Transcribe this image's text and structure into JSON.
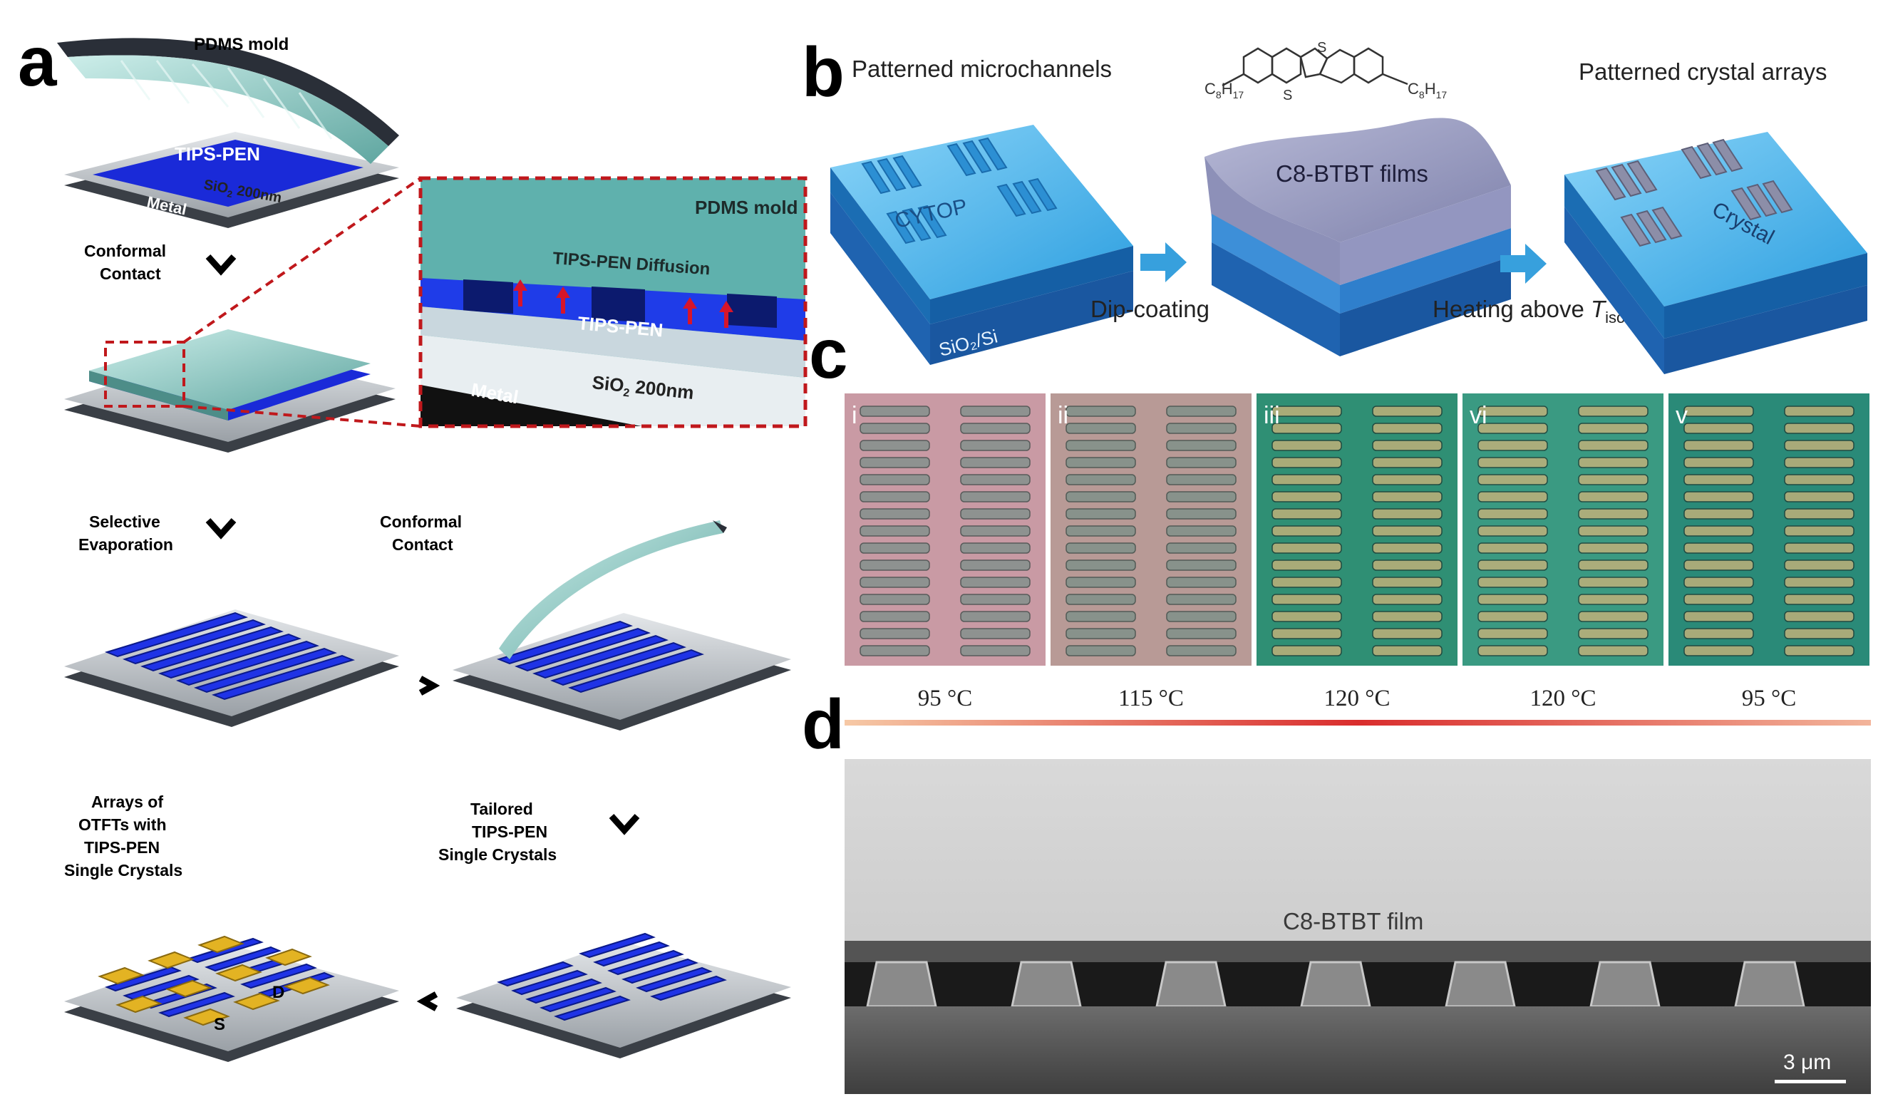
{
  "panels": {
    "a": {
      "letter": "a",
      "pdms_mold": "PDMS mold",
      "tips_pen": "TIPS-PEN",
      "sio2_sub": "SiO",
      "sio2_sub_index": "2",
      "sio2_sub_rest": " 200nm",
      "metal": "Metal",
      "step1": [
        "Conformal",
        "Contact"
      ],
      "zoom": {
        "pdms_mold": "PDMS mold",
        "diffusion": "TIPS-PEN Diffusion",
        "tips_pen": "TIPS-PEN",
        "sio2": "SiO",
        "sio2_index": "2",
        "sio2_rest": " 200nm",
        "metal": "Metal"
      },
      "step2": [
        "Selective",
        "Evaporation"
      ],
      "step3": [
        "Conformal",
        "Contact"
      ],
      "step4": [
        "Tailored",
        "TIPS-PEN",
        "Single Crystals"
      ],
      "step5": [
        "Arrays of",
        "OTFTs with",
        "TIPS-PEN",
        "Single Crystals"
      ],
      "electrode_d": "D",
      "electrode_s": "S"
    },
    "b": {
      "letter": "b",
      "title1": "Patterned microchannels",
      "title3": "Patterned crystal arrays",
      "cytop": "CYTOP",
      "substrate": "SiO₂/Si",
      "films": "C8-BTBT films",
      "crystal": "Crystal",
      "arrow1": "Dip-coating",
      "arrow2_main": "Heating above ",
      "arrow2_t": "T",
      "arrow2_sub": "iso",
      "chain_left": "C",
      "chain_left_sub1": "8",
      "chain_left_h": "H",
      "chain_left_sub2": "17",
      "chain_right": "C",
      "chain_right_sub1": "8",
      "chain_right_h": "H",
      "chain_right_sub2": "17",
      "sulfur_top": "S",
      "sulfur_bottom": "S"
    },
    "c": {
      "letter": "c",
      "images": [
        {
          "roman": "i",
          "temp": "95 °C",
          "tone": "#c99aa4"
        },
        {
          "roman": "ii",
          "temp": "115 °C",
          "tone": "#b89a96"
        },
        {
          "roman": "iii",
          "temp": "120 °C",
          "tone": "#2f8f74"
        },
        {
          "roman": "vi",
          "temp": "120 °C",
          "tone": "#3a9a82"
        },
        {
          "roman": "v",
          "temp": "95 °C",
          "tone": "#2a8a78"
        }
      ]
    },
    "d": {
      "letter": "d",
      "film_label": "C8-BTBT film",
      "scale_bar": "3 μm"
    }
  },
  "colors": {
    "tips_blue": "#1b2ee0",
    "cytop_blue": "#3fb2ee",
    "pdms_teal": "#7ec8c0",
    "dashed_red": "#c0181c",
    "gold": "#e0b020"
  }
}
